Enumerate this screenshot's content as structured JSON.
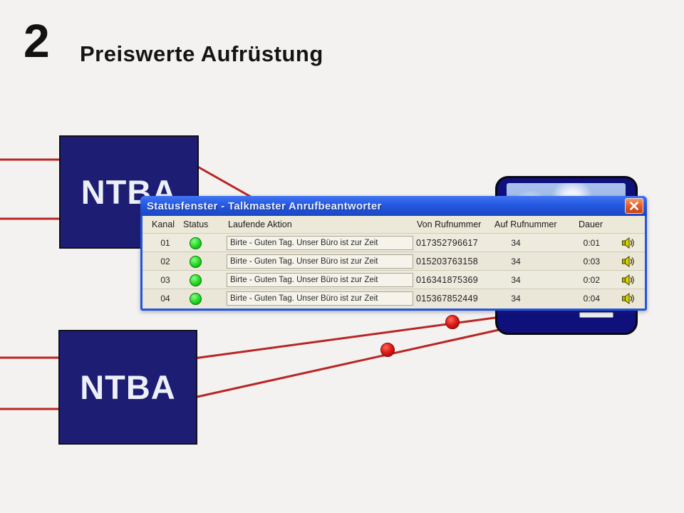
{
  "slide": {
    "step_number": "2",
    "title": "Preiswerte Aufrüstung"
  },
  "diagram": {
    "ntba_top_label": "NTBA",
    "ntba_bottom_label": "NTBA",
    "line_color": "#b92525",
    "dot_color": "#d81818",
    "ntba_fill": "#1d1d73",
    "device_fill": "#10107c"
  },
  "window": {
    "title": "Statusfenster - Talkmaster Anrufbeantworter",
    "titlebar_color": "#2456dd",
    "client_color": "#ece9d8",
    "columns": [
      "Kanal",
      "Status",
      "Laufende Aktion",
      "Von Rufnummer",
      "Auf Rufnummer",
      "Dauer"
    ],
    "rows": [
      {
        "kanal": "01",
        "status": "active",
        "aktion": "Birte - Guten Tag. Unser Büro ist zur Zeit",
        "von": "017352796617",
        "auf": "34",
        "dauer": "0:01"
      },
      {
        "kanal": "02",
        "status": "active",
        "aktion": "Birte - Guten Tag. Unser Büro ist zur Zeit",
        "von": "015203763158",
        "auf": "34",
        "dauer": "0:03"
      },
      {
        "kanal": "03",
        "status": "active",
        "aktion": "Birte - Guten Tag. Unser Büro ist zur Zeit",
        "von": "016341875369",
        "auf": "34",
        "dauer": "0:02"
      },
      {
        "kanal": "04",
        "status": "active",
        "aktion": "Birte - Guten Tag. Unser Büro ist zur Zeit",
        "von": "015367852449",
        "auf": "34",
        "dauer": "0:04"
      }
    ]
  }
}
